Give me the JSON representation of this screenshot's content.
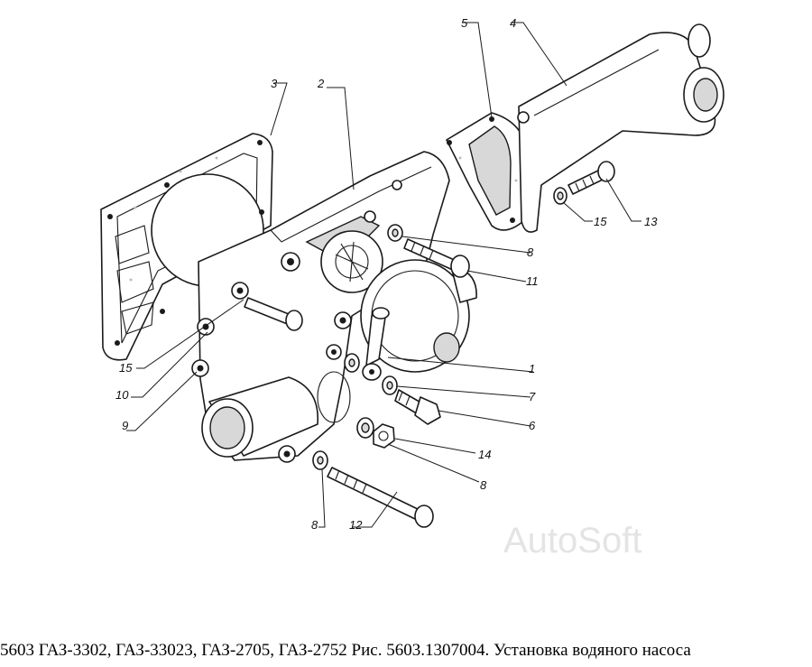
{
  "caption": "5603 ГАЗ-3302, ГАЗ-33023, ГАЗ-2705, ГАЗ-2752 Рис. 5603.1307004. Установка водяного насоса",
  "watermark": "AutoSoft",
  "callouts": {
    "c1": "1",
    "c2": "2",
    "c3": "3",
    "c4": "4",
    "c5": "5",
    "c6": "6",
    "c7": "7",
    "c8a": "8",
    "c8b": "8",
    "c8c": "8",
    "c9": "9",
    "c10": "10",
    "c11": "11",
    "c12": "12",
    "c13": "13",
    "c14": "14",
    "c15a": "15",
    "c15b": "15"
  }
}
